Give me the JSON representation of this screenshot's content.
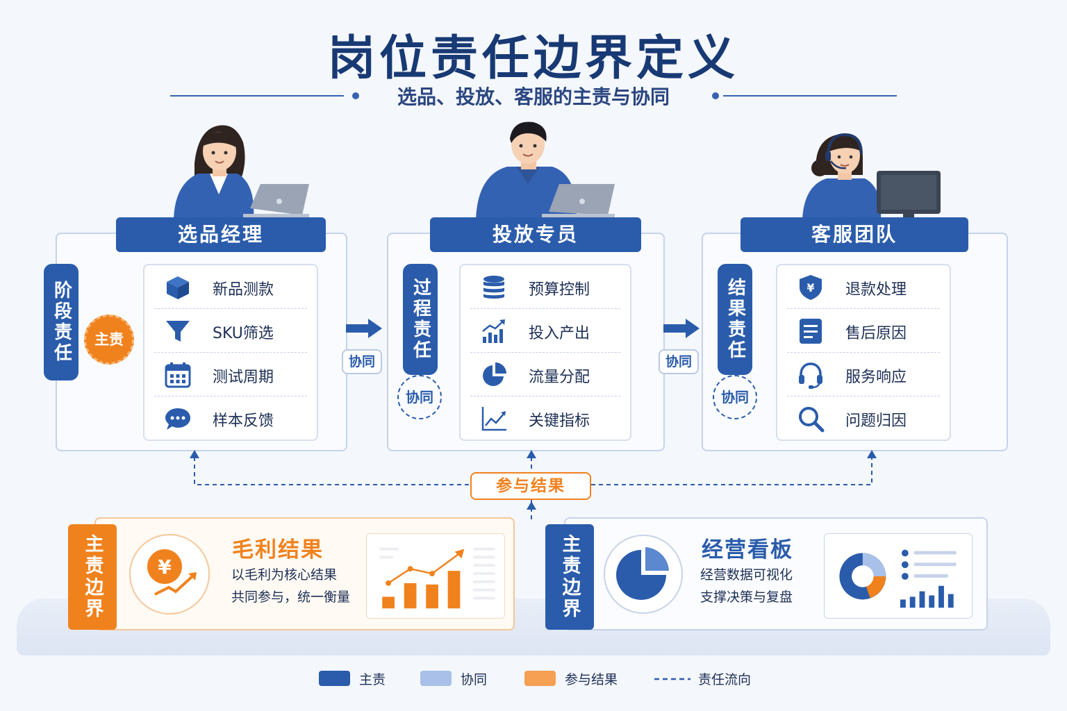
{
  "title": "岗位责任边界定义",
  "subtitle": "选品、投放、客服的主责与协同",
  "colors": {
    "primary": "#2a5cab",
    "accent": "#f0821e",
    "light": "#a9c0e8"
  },
  "roles": [
    {
      "title": "选品经理",
      "stage": "阶段责任",
      "badge": "主责",
      "items": [
        {
          "icon": "cube-icon",
          "label": "新品测款"
        },
        {
          "icon": "funnel-icon",
          "label": "SKU筛选"
        },
        {
          "icon": "calendar-icon",
          "label": "测试周期"
        },
        {
          "icon": "chat-bubble-icon",
          "label": "样本反馈"
        }
      ]
    },
    {
      "title": "投放专员",
      "stage": "过程责任",
      "badge": "协同",
      "items": [
        {
          "icon": "database-icon",
          "label": "预算控制"
        },
        {
          "icon": "bar-trend-icon",
          "label": "投入产出"
        },
        {
          "icon": "pie-chart-icon",
          "label": "流量分配"
        },
        {
          "icon": "line-chart-icon",
          "label": "关键指标"
        }
      ]
    },
    {
      "title": "客服团队",
      "stage": "结果责任",
      "badge": "协同",
      "items": [
        {
          "icon": "yen-shield-icon",
          "label": "退款处理"
        },
        {
          "icon": "document-list-icon",
          "label": "售后原因"
        },
        {
          "icon": "headset-icon",
          "label": "服务响应"
        },
        {
          "icon": "magnifier-icon",
          "label": "问题归因"
        }
      ]
    }
  ],
  "connectors": [
    "协同",
    "协同"
  ],
  "join_label": "参与结果",
  "boundaries": [
    {
      "bar": "主责边界",
      "title": "毛利结果",
      "lines": [
        "以毛利为核心结果",
        "共同参与，统一衡量"
      ],
      "icon": "yen-growth-icon"
    },
    {
      "bar": "主责边界",
      "title": "经营看板",
      "lines": [
        "经营数据可视化",
        "支撑决策与复盘"
      ],
      "icon": "pie-chart-icon"
    }
  ],
  "legend": [
    {
      "label": "主责",
      "color": "#2a5cab"
    },
    {
      "label": "协同",
      "color": "#a9c0e8"
    },
    {
      "label": "参与结果",
      "color": "#f5a052"
    },
    {
      "label": "责任流向",
      "color": "#2a5cab"
    }
  ]
}
